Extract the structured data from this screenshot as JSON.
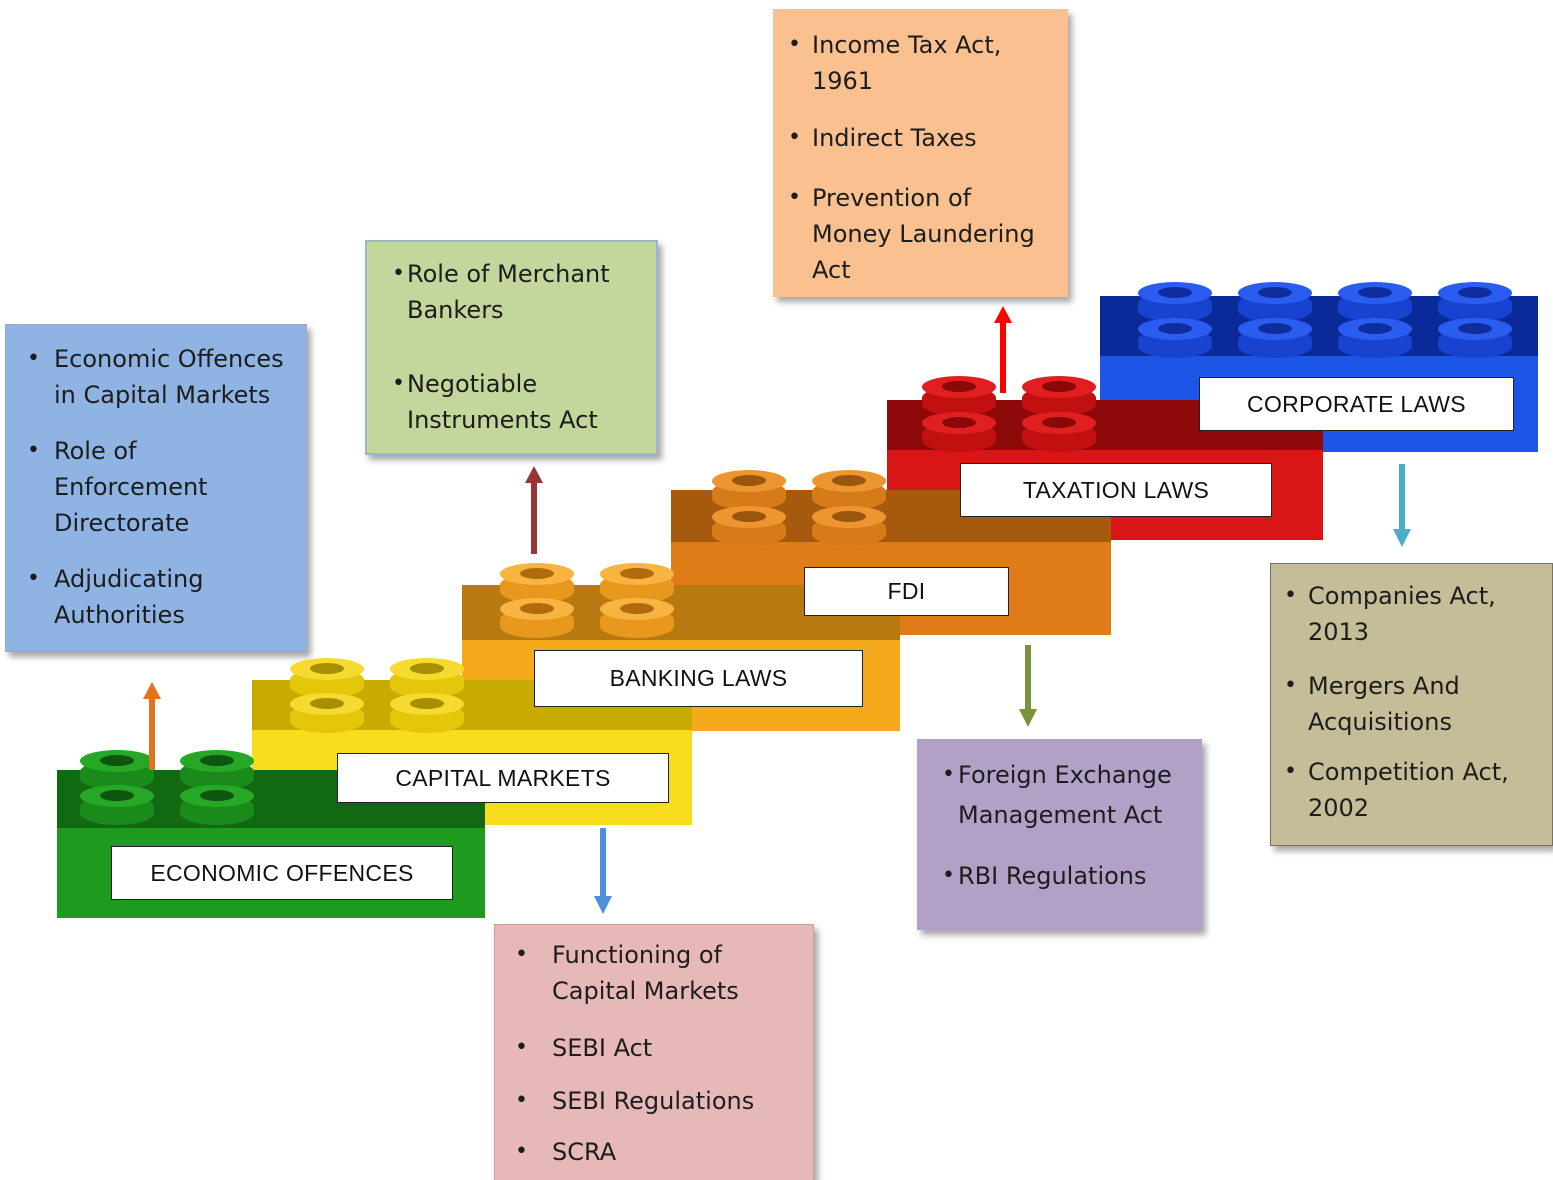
{
  "steps": [
    {
      "id": "economic",
      "label": "ECONOMIC OFFENCES",
      "color_top": "#116a11",
      "color_front": "#1e9a1e",
      "color_stud": "#1a8a1a",
      "items": [
        "Economic Offences in Capital Markets",
        "Role of Enforcement Directorate",
        "Adjudicating Authorities"
      ],
      "box_color": "#8fb4e3",
      "arrow_color": "#e0731c"
    },
    {
      "id": "capital",
      "label": "CAPITAL MARKETS",
      "color_top": "#c8aa00",
      "color_front": "#f7dd1e",
      "color_stud": "#e4c60a",
      "items": [
        "Functioning of Capital Markets",
        "SEBI Act",
        "SEBI Regulations",
        "SCRA"
      ],
      "box_color": "#e6b9b8",
      "arrow_color": "#4f8fd8"
    },
    {
      "id": "banking",
      "label": "BANKING LAWS",
      "color_top": "#b87a10",
      "color_front": "#f5a91c",
      "color_stud": "#e8981c",
      "items": [
        "Role of Merchant Bankers",
        "Negotiable Instruments Act"
      ],
      "box_color": "#c3d69b",
      "arrow_color": "#953735"
    },
    {
      "id": "fdi",
      "label": "FDI",
      "color_top": "#a75a0e",
      "color_front": "#e07c18",
      "color_stud": "#d77a18",
      "items": [
        "Foreign Exchange Management Act",
        "RBI Regulations"
      ],
      "box_color": "#b2a1c7",
      "arrow_color": "#77933c"
    },
    {
      "id": "taxation",
      "label": "TAXATION LAWS",
      "color_top": "#8e0a0a",
      "color_front": "#d91515",
      "color_stud": "#c21010",
      "items": [
        "Income Tax Act, 1961",
        "Indirect Taxes",
        "Prevention of Money Laundering Act"
      ],
      "box_color": "#fac090",
      "arrow_color": "#ff0000"
    },
    {
      "id": "corporate",
      "label": "CORPORATE LAWS",
      "color_top": "#0a2a9a",
      "color_front": "#1d56e6",
      "color_stud": "#1843d0",
      "items": [
        "Companies Act, 2013",
        "Mergers And Acquisitions",
        "Competition Act, 2002"
      ],
      "box_color": "#c4bd97",
      "arrow_color": "#4bacc6"
    }
  ]
}
